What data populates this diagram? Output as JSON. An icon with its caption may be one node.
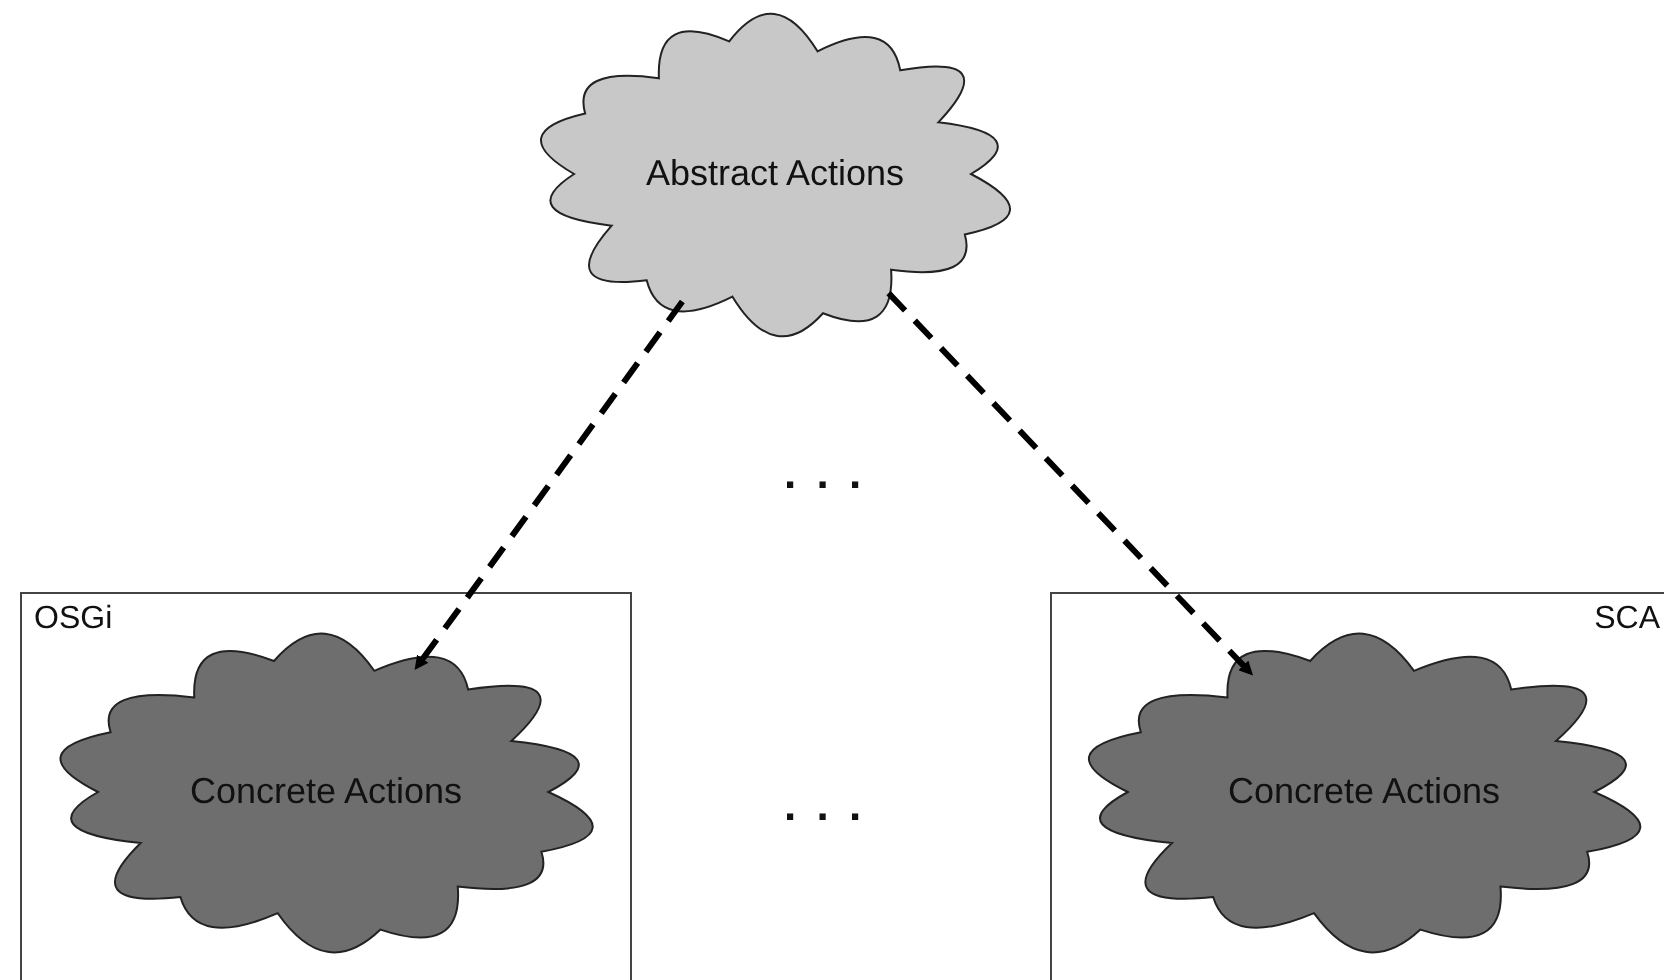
{
  "diagram": {
    "nodes": [
      {
        "text": [
          "Abstract Actions"
        ]
      },
      {
        "text": [
          "OSGi"
        ]
      },
      {
        "text": [
          "Concrete Actions"
        ],
        "in": 1
      },
      {
        "text": [
          "SCA"
        ]
      },
      {
        "text": [
          "Concrete Actions"
        ],
        "in": 3
      }
    ],
    "edges": [
      {
        "from": 0,
        "to": 2,
        "arrow": "to",
        "style": "dashed"
      },
      {
        "from": 0,
        "to": 4,
        "arrow": "to",
        "style": "dashed"
      }
    ],
    "labels": [
      ". . .",
      ". . ."
    ]
  }
}
